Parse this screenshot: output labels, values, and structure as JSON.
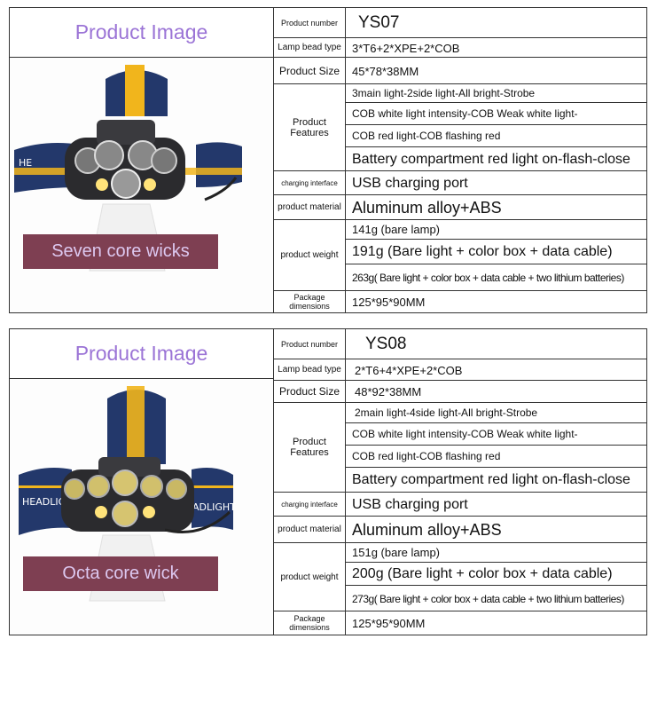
{
  "products": [
    {
      "section_title": "Product Image",
      "caption": "Seven core wicks",
      "rows": [
        {
          "label": "Product number",
          "values": [
            "YS07"
          ]
        },
        {
          "label": "Lamp bead type",
          "values": [
            "3*T6+2*XPE+2*COB"
          ]
        },
        {
          "label": "Product Size",
          "values": [
            "45*78*38MM"
          ]
        },
        {
          "label": "Product Features",
          "values": [
            "3main light-2side light-All bright-Strobe",
            "COB white light intensity-COB Weak white light-",
            "COB red light-COB flashing red",
            "Battery compartment red light on-flash-close"
          ]
        },
        {
          "label": "charging interface",
          "values": [
            "USB charging port"
          ]
        },
        {
          "label": "product material",
          "values": [
            "Aluminum alloy+ABS"
          ]
        },
        {
          "label": "product weight",
          "values": [
            "141g (bare lamp)",
            "191g (Bare light + color box + data cable)",
            "263g( Bare light + color box + data cable + two lithium batteries)"
          ]
        },
        {
          "label": "Package dimensions",
          "values": [
            "125*95*90MM"
          ]
        }
      ]
    },
    {
      "section_title": "Product Image",
      "caption": "Octa core wick",
      "rows": [
        {
          "label": "Product number",
          "values": [
            "YS08"
          ]
        },
        {
          "label": "Lamp bead type",
          "values": [
            "2*T6+4*XPE+2*COB"
          ]
        },
        {
          "label": "Product Size",
          "values": [
            "48*92*38MM"
          ]
        },
        {
          "label": "Product Features",
          "values": [
            "2main light-4side light-All bright-Strobe",
            "COB white light intensity-COB Weak white light-",
            "COB red light-COB flashing red",
            "Battery compartment red light on-flash-close"
          ]
        },
        {
          "label": "charging interface",
          "values": [
            "USB charging port"
          ]
        },
        {
          "label": "product material",
          "values": [
            "Aluminum alloy+ABS"
          ]
        },
        {
          "label": "product weight",
          "values": [
            "151g (bare lamp)",
            "200g (Bare light + color box + data cable)",
            "273g( Bare light + color box + data cable + two lithium batteries)"
          ]
        },
        {
          "label": "Package dimensions",
          "values": [
            "125*95*90MM"
          ]
        }
      ]
    }
  ],
  "colors": {
    "title_purple": "#9b74d6",
    "caption_bg": "#7e3f52",
    "strap_blue": "#23386b",
    "strap_yellow": "#f1b51c"
  }
}
